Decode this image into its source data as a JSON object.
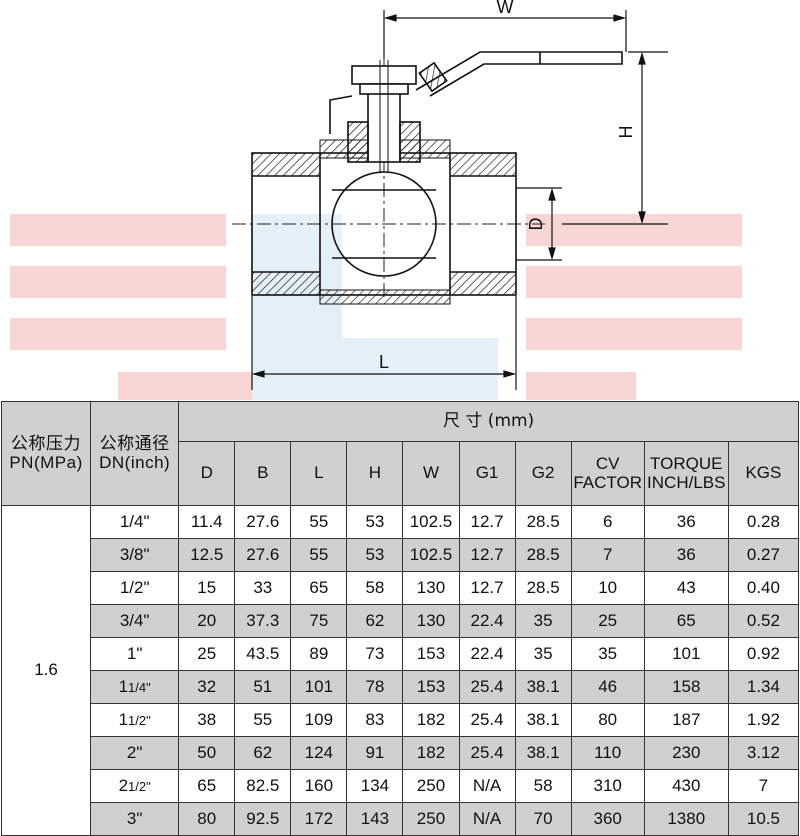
{
  "drawing": {
    "dimension_labels": {
      "w": "W",
      "h": "H",
      "d": "D",
      "l": "L"
    }
  },
  "table": {
    "header": {
      "group_title": "尺 寸 (mm)",
      "pressure_cn": "公称压力",
      "pressure_en": "PN(MPa)",
      "diameter_cn": "公称通径",
      "diameter_en": "DN(inch)",
      "columns": [
        {
          "key": "D",
          "line1": "D",
          "line2": ""
        },
        {
          "key": "B",
          "line1": "B",
          "line2": ""
        },
        {
          "key": "L",
          "line1": "L",
          "line2": ""
        },
        {
          "key": "H",
          "line1": "H",
          "line2": ""
        },
        {
          "key": "W",
          "line1": "W",
          "line2": ""
        },
        {
          "key": "G1",
          "line1": "G1",
          "line2": ""
        },
        {
          "key": "G2",
          "line1": "G2",
          "line2": ""
        },
        {
          "key": "CV",
          "line1": "CV",
          "line2": "FACTOR"
        },
        {
          "key": "TORQUE",
          "line1": "TORQUE",
          "line2": "INCH/LBS"
        },
        {
          "key": "KGS",
          "line1": "KGS",
          "line2": ""
        }
      ]
    },
    "pressure_value": "1.6",
    "rows": [
      {
        "size_main": "1/4\"",
        "size_frac": "",
        "values": [
          "11.4",
          "27.6",
          "55",
          "53",
          "102.5",
          "12.7",
          "28.5",
          "6",
          "36",
          "0.28"
        ]
      },
      {
        "size_main": "3/8\"",
        "size_frac": "",
        "values": [
          "12.5",
          "27.6",
          "55",
          "53",
          "102.5",
          "12.7",
          "28.5",
          "7",
          "36",
          "0.27"
        ]
      },
      {
        "size_main": "1/2\"",
        "size_frac": "",
        "values": [
          "15",
          "33",
          "65",
          "58",
          "130",
          "12.7",
          "28.5",
          "10",
          "43",
          "0.40"
        ]
      },
      {
        "size_main": "3/4\"",
        "size_frac": "",
        "values": [
          "20",
          "37.3",
          "75",
          "62",
          "130",
          "22.4",
          "35",
          "25",
          "65",
          "0.52"
        ]
      },
      {
        "size_main": "1\"",
        "size_frac": "",
        "values": [
          "25",
          "43.5",
          "89",
          "73",
          "153",
          "22.4",
          "35",
          "35",
          "101",
          "0.92"
        ]
      },
      {
        "size_main": "1",
        "size_frac": "1/4\"",
        "values": [
          "32",
          "51",
          "101",
          "78",
          "153",
          "25.4",
          "38.1",
          "46",
          "158",
          "1.34"
        ]
      },
      {
        "size_main": "1",
        "size_frac": "1/2\"",
        "values": [
          "38",
          "55",
          "109",
          "83",
          "182",
          "25.4",
          "38.1",
          "80",
          "187",
          "1.92"
        ]
      },
      {
        "size_main": "2\"",
        "size_frac": "",
        "values": [
          "50",
          "62",
          "124",
          "91",
          "182",
          "25.4",
          "38.1",
          "110",
          "230",
          "3.12"
        ]
      },
      {
        "size_main": "2",
        "size_frac": "1/2\"",
        "values": [
          "65",
          "82.5",
          "160",
          "134",
          "250",
          "N/A",
          "58",
          "310",
          "430",
          "7"
        ]
      },
      {
        "size_main": "3\"",
        "size_frac": "",
        "values": [
          "80",
          "92.5",
          "172",
          "143",
          "250",
          "N/A",
          "70",
          "360",
          "1380",
          "10.5"
        ]
      }
    ]
  }
}
